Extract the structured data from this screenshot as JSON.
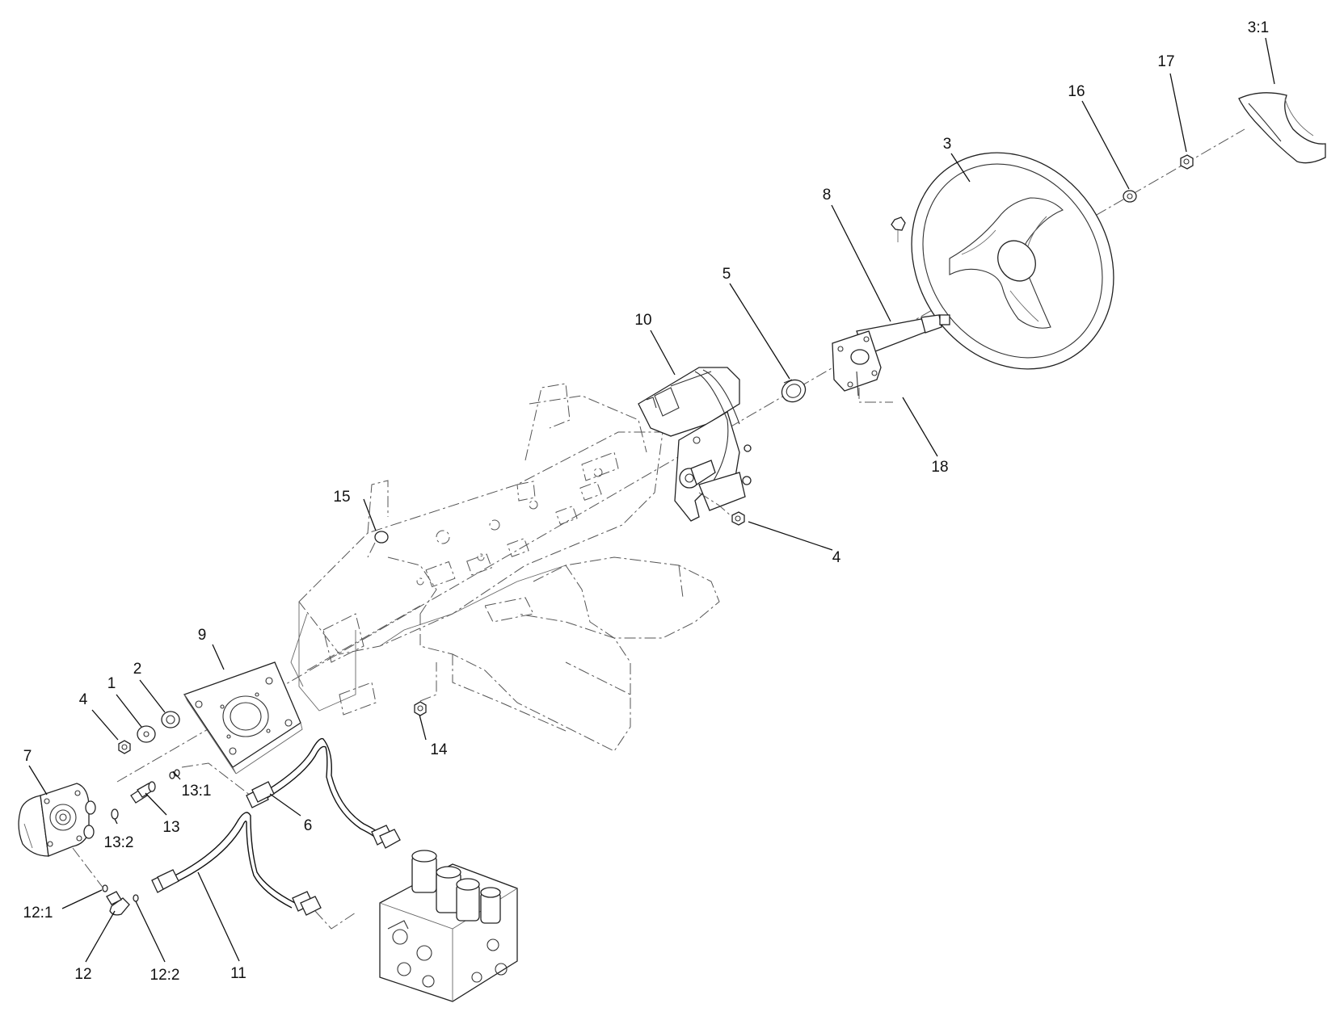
{
  "diagram": {
    "callouts": {
      "c1": "1",
      "c2": "2",
      "c3": "3",
      "c3_1": "3:1",
      "c4a": "4",
      "c4b": "4",
      "c5": "5",
      "c6": "6",
      "c7": "7",
      "c8": "8",
      "c9": "9",
      "c10": "10",
      "c11": "11",
      "c12": "12",
      "c12_1": "12:1",
      "c12_2": "12:2",
      "c13": "13",
      "c13_1": "13:1",
      "c13_2": "13:2",
      "c14": "14",
      "c15": "15",
      "c16": "16",
      "c17": "17",
      "c18": "18"
    }
  }
}
